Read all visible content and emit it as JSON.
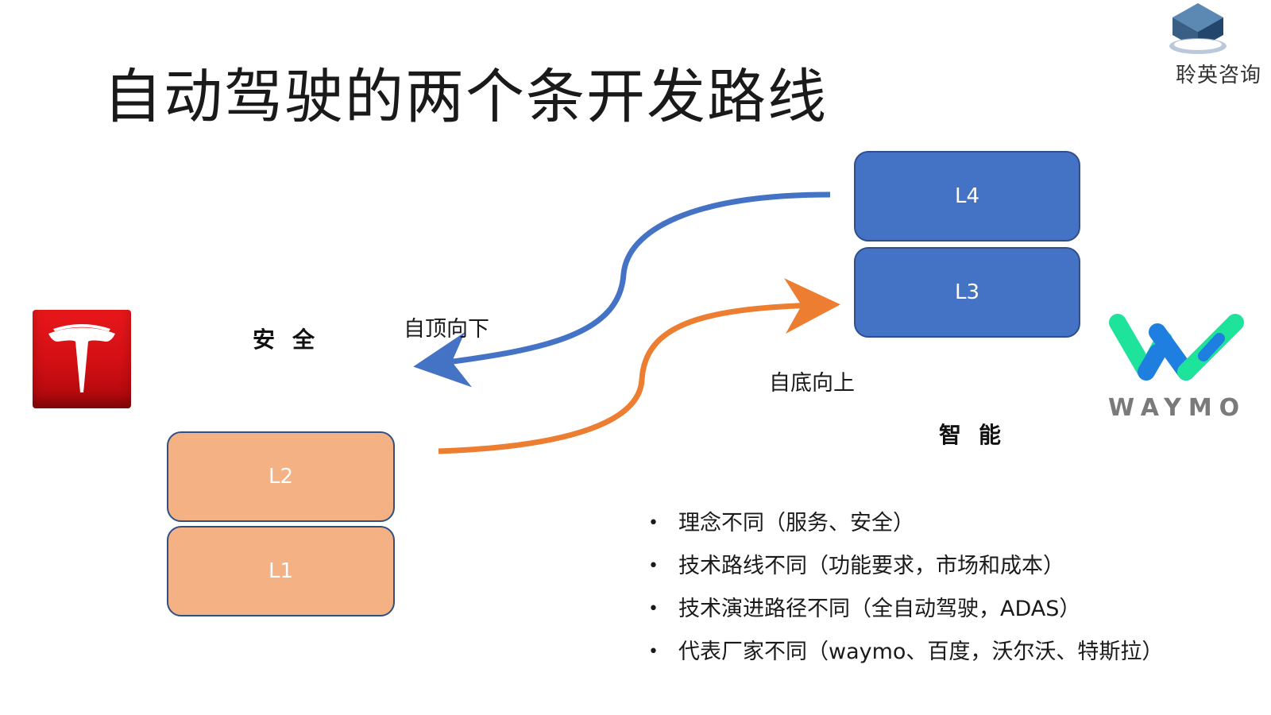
{
  "title": "自动驾驶的两个条开发路线",
  "brand": {
    "name": "聆英咨询",
    "icon": "hexagon-cube-icon",
    "colors": [
      "#3a5f85",
      "#5c89b4",
      "#23466d"
    ]
  },
  "left_group": {
    "logo": "tesla-logo-icon",
    "label": "安全",
    "levels": [
      "L2",
      "L1"
    ],
    "color": "#f4b183"
  },
  "right_group": {
    "logo": "waymo-logo-icon",
    "logo_text": "WAYMO",
    "label": "智能",
    "levels": [
      "L4",
      "L3"
    ],
    "color": "#4472c4"
  },
  "arrows": {
    "top_down": {
      "label": "自顶向下",
      "color": "#4472c4"
    },
    "bottom_up": {
      "label": "自底向上",
      "color": "#ed7d31"
    }
  },
  "bullets": [
    "理念不同（服务、安全）",
    "技术路线不同（功能要求，市场和成本）",
    "技术演进路径不同（全自动驾驶，ADAS）",
    "代表厂家不同（waymo、百度，沃尔沃、特斯拉）"
  ]
}
